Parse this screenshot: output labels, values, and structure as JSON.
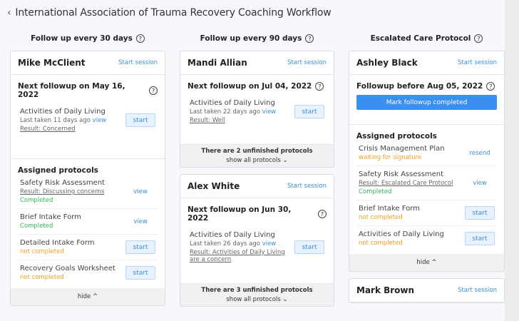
{
  "title": "International Association of Trauma Recovery Coaching Workflow",
  "columns": [
    {
      "header": "Follow up every 30 days",
      "cards": [
        {
          "name": "Mike McClient",
          "start_session": "Start session",
          "followup": "Next followup on May 16, 2022",
          "due": {
            "name": "Activities of Daily Living",
            "last": "Last taken 11 days ago",
            "view": "view",
            "result": "Result: Concerned",
            "button": "start"
          },
          "assigned_title": "Assigned protocols",
          "protocols": [
            {
              "name": "Safety Risk Assessment",
              "result": "Result: Discussing concerns",
              "status": "Completed",
              "status_type": "green",
              "action": "view",
              "action_type": "link"
            },
            {
              "name": "Brief Intake Form",
              "status": "Completed",
              "status_type": "green",
              "action": "view",
              "action_type": "link"
            },
            {
              "name": "Detailed Intake Form",
              "status": "not completed",
              "status_type": "orange",
              "action": "start",
              "action_type": "button"
            },
            {
              "name": "Recovery Goals Worksheet",
              "status": "not completed",
              "status_type": "orange",
              "action": "start",
              "action_type": "button"
            }
          ],
          "footer": "hide ^"
        }
      ]
    },
    {
      "header": "Follow up every 90 days",
      "cards": [
        {
          "name": "Mandi Allian",
          "start_session": "Start session",
          "followup": "Next followup on Jul 04, 2022",
          "due": {
            "name": "Activities of Daily Living",
            "last": "Last taken 22 days ago",
            "view": "view",
            "result": "Result: Well",
            "button": "start"
          },
          "unfinished": "There are 2 unfinished protocols",
          "footer": "show all protocols ⌄"
        },
        {
          "name": "Alex White",
          "start_session": "Start session",
          "followup": "Next followup on Jun 30, 2022",
          "due": {
            "name": "Activities of Daily Living",
            "last": "Last taken 26 days ago",
            "view": "view",
            "result": "Result: Activities of Daily Living are a concern",
            "button": "start"
          },
          "unfinished": "There are 3 unfinished protocols",
          "footer": "show all protocols ⌄"
        }
      ]
    },
    {
      "header": "Escalated Care Protocol",
      "cards": [
        {
          "name": "Ashley Black",
          "start_session": "Start session",
          "followup": "Followup before Aug 05, 2022",
          "mark": "Mark followup completed",
          "assigned_title": "Assigned protocols",
          "protocols": [
            {
              "name": "Crisis Management Plan",
              "status": "waiting for signature",
              "status_type": "orange",
              "action": "resend",
              "action_type": "link"
            },
            {
              "name": "Safety Risk Assessment",
              "result": "Result: Escalated Care Protocol",
              "status": "Completed",
              "status_type": "green",
              "action": "view",
              "action_type": "link"
            },
            {
              "name": "Brief Intake Form",
              "status": "not completed",
              "status_type": "orange",
              "action": "start",
              "action_type": "button"
            },
            {
              "name": "Activities of Daily Living",
              "status": "not completed",
              "status_type": "orange",
              "action": "start",
              "action_type": "button"
            }
          ],
          "footer": "hide ^"
        },
        {
          "name": "Mark Brown",
          "start_session": "Start session"
        }
      ]
    }
  ]
}
